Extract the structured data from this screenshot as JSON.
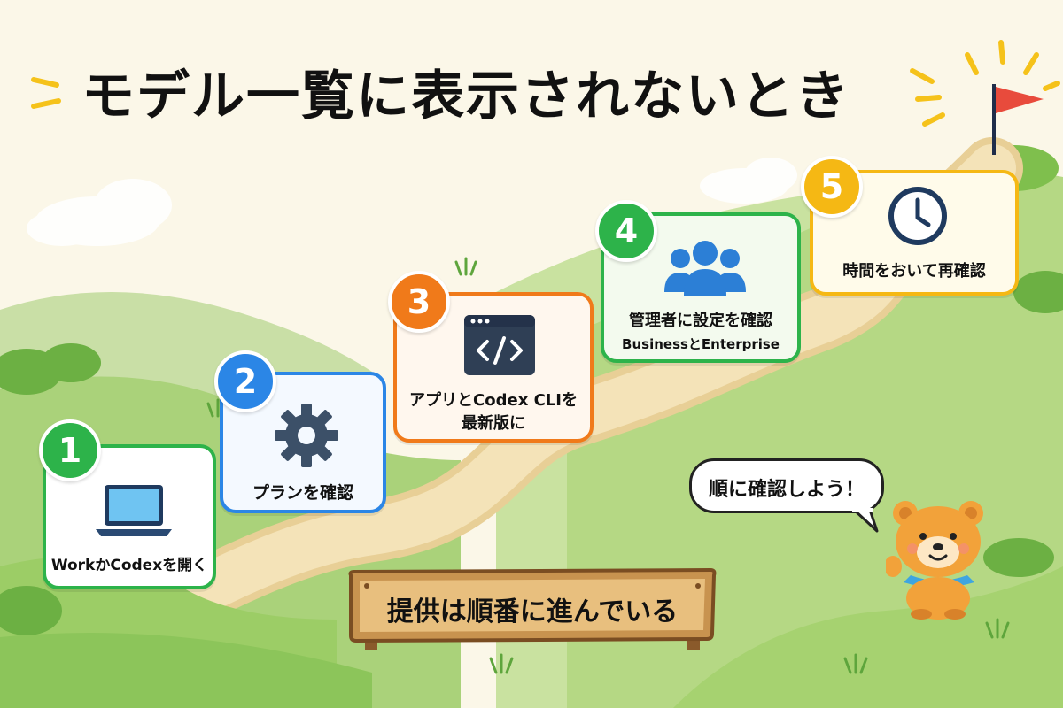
{
  "title": "モデル一覧に表示されないとき",
  "steps": [
    {
      "number": "1",
      "label": "WorkかCodexを開く",
      "sub": "",
      "color": "#2db34a",
      "icon": "laptop-icon"
    },
    {
      "number": "2",
      "label": "プランを確認",
      "sub": "",
      "color": "#2b86e6",
      "icon": "gear-icon"
    },
    {
      "number": "3",
      "label": "アプリとCodex CLIを",
      "sub": "最新版に",
      "color": "#f07a1a",
      "icon": "code-window-icon"
    },
    {
      "number": "4",
      "label": "管理者に設定を確認",
      "sub": "BusinessとEnterprise",
      "color": "#2db34a",
      "icon": "users-icon"
    },
    {
      "number": "5",
      "label": "時間をおいて再確認",
      "sub": "",
      "color": "#f5b814",
      "icon": "clock-icon"
    }
  ],
  "sign_text": "提供は順番に進んでいる",
  "speech": "順に確認しよう！",
  "colors": {
    "background": "#fbf7e8",
    "path": "#efd9a8",
    "hill": "#8fc85a",
    "flag": "#e84b3c",
    "bear": "#f2a23a"
  }
}
